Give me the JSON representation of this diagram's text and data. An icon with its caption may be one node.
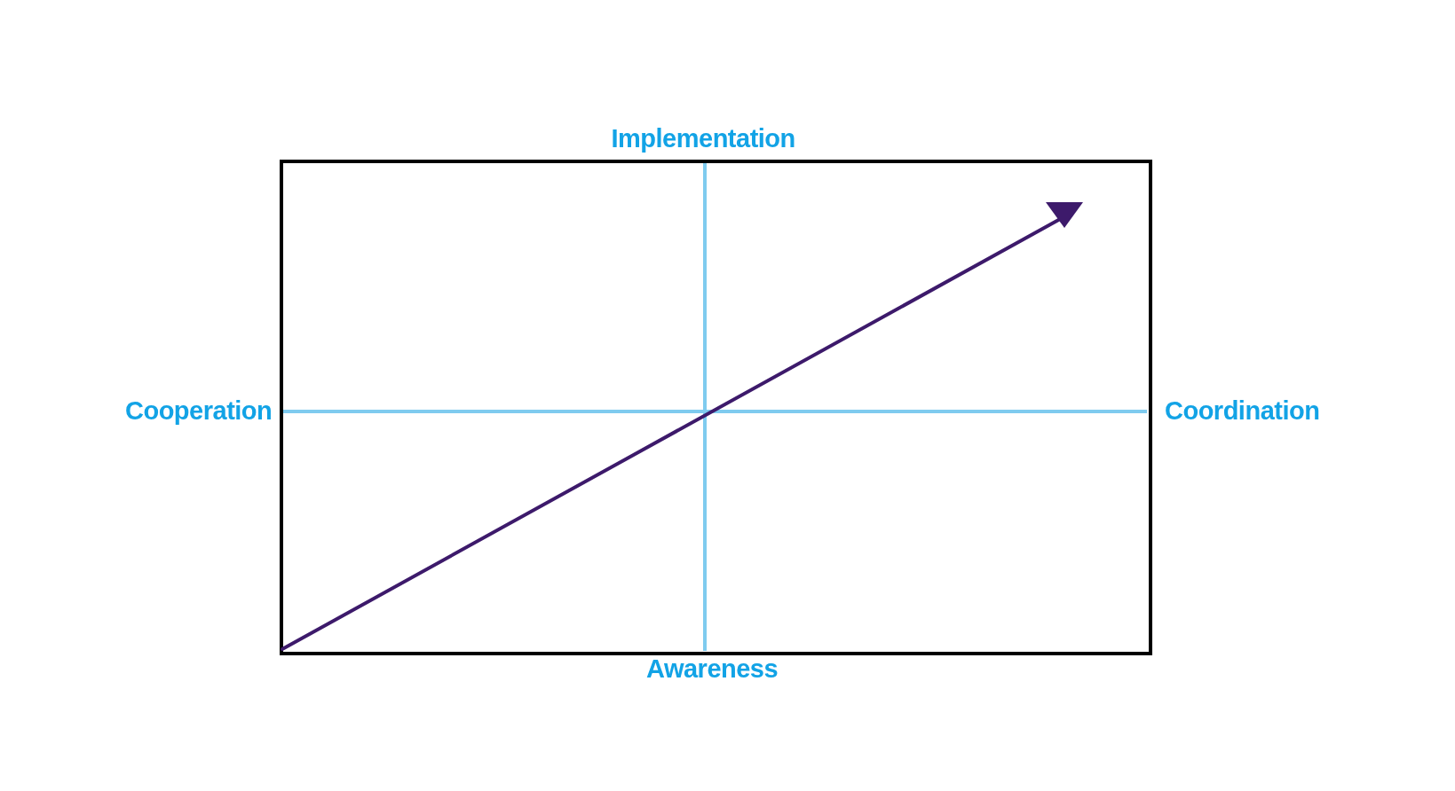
{
  "diagram": {
    "labels": [
      "Implementation",
      "Cooperation",
      "Coordination",
      "Awareness"
    ]
  }
}
